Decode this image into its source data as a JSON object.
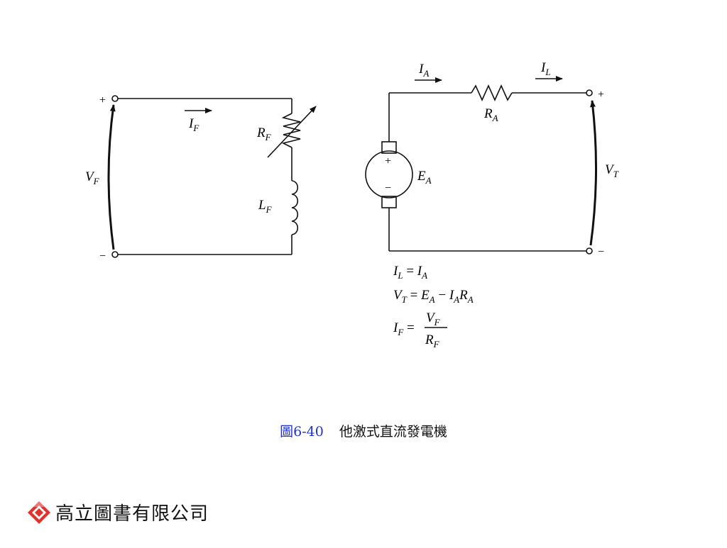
{
  "diagram": {
    "field_circuit": {
      "terminal_plus": "+",
      "terminal_minus": "−",
      "vf": {
        "main": "V",
        "sub": "F"
      },
      "if_current": {
        "main": "I",
        "sub": "F"
      },
      "rf": {
        "main": "R",
        "sub": "F"
      },
      "lf": {
        "main": "L",
        "sub": "F"
      }
    },
    "armature_circuit": {
      "ia": {
        "main": "I",
        "sub": "A"
      },
      "il": {
        "main": "I",
        "sub": "L"
      },
      "ra": {
        "main": "R",
        "sub": "A"
      },
      "ea": {
        "main": "E",
        "sub": "A"
      },
      "vt": {
        "main": "V",
        "sub": "T"
      },
      "terminal_plus": "+",
      "terminal_minus": "−",
      "gen_plus": "+",
      "gen_minus": "−"
    },
    "equations": {
      "eq1": {
        "l": "I",
        "ls": "L",
        "op": " = ",
        "r": "I",
        "rs": "A"
      },
      "eq2": {
        "l": "V",
        "ls": "T",
        "op": " = ",
        "a": "E",
        "as": "A",
        "minus": " − ",
        "b": "I",
        "bs": "A",
        "c": "R",
        "cs": "A"
      },
      "eq3": {
        "l": "I",
        "ls": "F",
        "op": " = ",
        "num": "V",
        "nums": "F",
        "den": "R",
        "dens": "F"
      }
    }
  },
  "caption": {
    "number": "圖6-40",
    "title": "他激式直流發電機"
  },
  "footer": {
    "publisher": "高立圖書有限公司"
  }
}
